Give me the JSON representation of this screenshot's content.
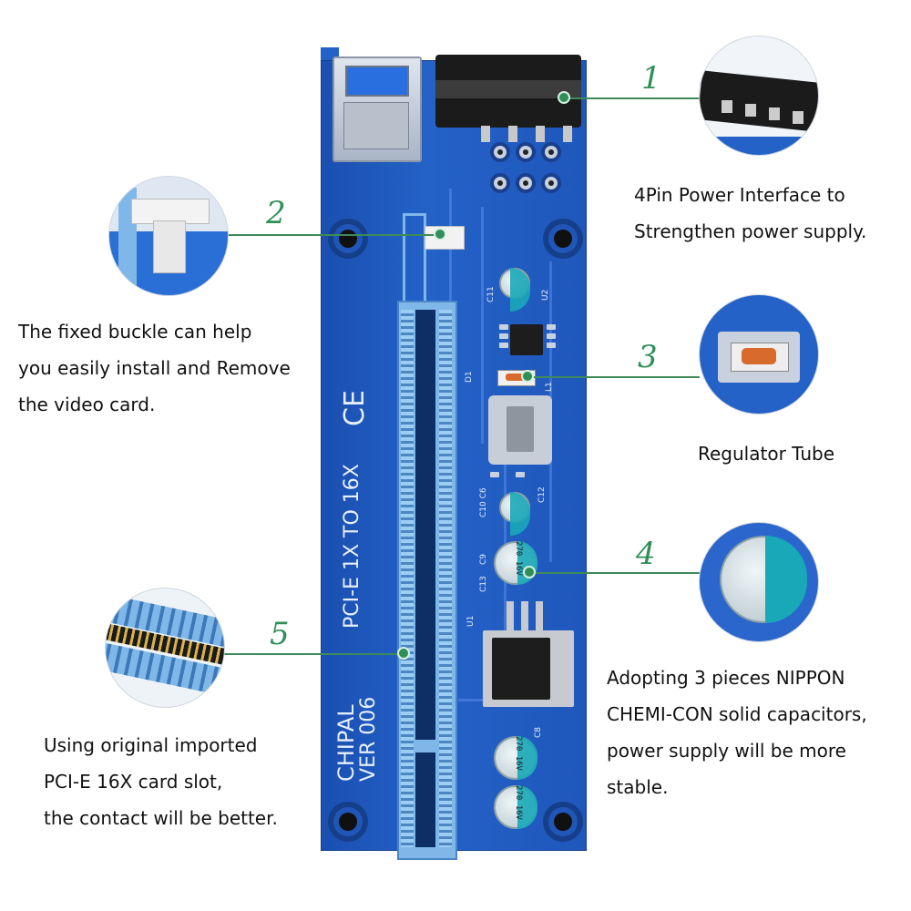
{
  "board": {
    "silk_model": "PCI-E 1X TO 16X",
    "silk_brand": "CHIPAL",
    "silk_version": "VER 006",
    "ce_mark": "CE",
    "cap_text_1": "270 16V",
    "cap_text_2": "270 16V",
    "cap_text_3": "270 16V",
    "labels": {
      "u2": "U2",
      "c11": "C11",
      "l1": "L1",
      "c12": "C12",
      "c10": "C10 C6",
      "c9": "C9",
      "c13": "C13",
      "u1": "U1",
      "c8": "C8",
      "d1": "D1"
    }
  },
  "callouts": [
    {
      "number": "1",
      "lines": [
        "4Pin Power Interface to",
        "Strengthen power supply."
      ]
    },
    {
      "number": "2",
      "lines": [
        "The fixed buckle can help",
        "you easily install and Remove",
        "the video card."
      ]
    },
    {
      "number": "3",
      "lines": [
        "Regulator Tube"
      ]
    },
    {
      "number": "4",
      "lines": [
        "Adopting 3 pieces NIPPON",
        "CHEMI-CON solid capacitors,",
        "power supply will be more",
        "stable."
      ]
    },
    {
      "number": "5",
      "lines": [
        "Using original imported",
        "PCI-E 16X card slot,",
        "the contact will be better."
      ]
    }
  ],
  "colors": {
    "board": "#2462c8",
    "accent": "#2f8f57",
    "slot": "#7fb8e8"
  }
}
